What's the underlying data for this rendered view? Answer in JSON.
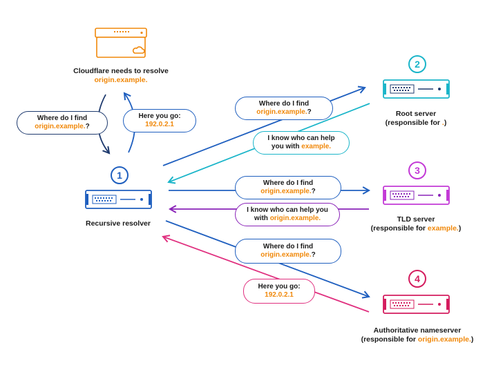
{
  "colors": {
    "orange": "#f0880a",
    "navy": "#1e3a6e",
    "blue": "#1f5fbf",
    "teal": "#1ab5c9",
    "purple": "#8a23b8",
    "magenta": "#e0307f",
    "pink": "#d41c5e",
    "violet": "#c33ad6"
  },
  "nodes": {
    "cloudflare": {
      "icon": "cloud-server-icon",
      "line1": "Cloudflare needs to resolve",
      "domain": "origin.example."
    },
    "resolver": {
      "icon": "server-icon",
      "number": "1",
      "label": "Recursive resolver"
    },
    "root": {
      "icon": "server-icon",
      "number": "2",
      "title": "Root server",
      "sub_prefix": "(responsible for ",
      "sub_hl": ".",
      "sub_suffix": ")"
    },
    "tld": {
      "icon": "server-icon",
      "number": "3",
      "title": "TLD server",
      "sub_prefix": "(responsible for ",
      "sub_hl": "example.",
      "sub_suffix": ")"
    },
    "auth": {
      "icon": "server-icon",
      "number": "4",
      "title": "Authoritative nameserver",
      "sub_prefix": "(responsible for ",
      "sub_hl": "origin.example.",
      "sub_suffix": ")"
    }
  },
  "bubbles": {
    "cf_query": {
      "line1": "Where do I find",
      "hl": "origin.example.",
      "suffix": "?"
    },
    "cf_answer": {
      "line1": "Here you go:",
      "hl": "192.0.2.1"
    },
    "root_query": {
      "line1": "Where do I find",
      "hl": "origin.example.",
      "suffix": "?"
    },
    "root_answer": {
      "line1": "I know who can help",
      "line2_prefix": "you with ",
      "hl": "example."
    },
    "tld_query": {
      "line1": "Where do I find",
      "hl": "origin.example.",
      "suffix": "?"
    },
    "tld_answer": {
      "line1": "I know who can help you",
      "line2_prefix": "with ",
      "hl": "origin.example."
    },
    "auth_query": {
      "line1": "Where do I find",
      "hl": "origin.example.",
      "suffix": "?"
    },
    "auth_answer": {
      "line1": "Here you go:",
      "hl": "192.0.2.1"
    }
  }
}
